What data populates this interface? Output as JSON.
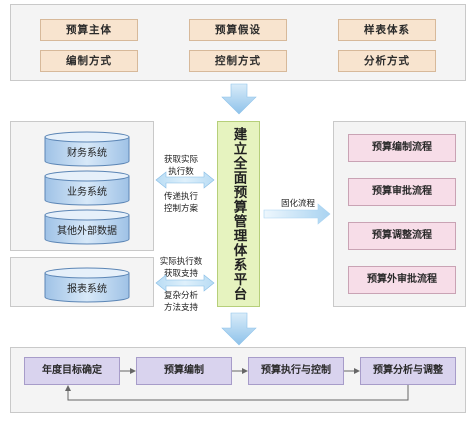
{
  "top": {
    "tags": [
      "预算主体",
      "预算假设",
      "样表体系",
      "编制方式",
      "控制方式",
      "分析方式"
    ]
  },
  "left": {
    "systems": [
      "财务系统",
      "业务系统",
      "其他外部数据"
    ],
    "report_system": "报表系统"
  },
  "notes": {
    "get_actual": "获取实际\n执行数",
    "transfer_plan": "传递执行\n控制方案",
    "actual_support": "实际执行数\n获取支持",
    "complex_analysis": "复杂分析\n方法支持",
    "solidify": "固化流程"
  },
  "platform": {
    "title": "建立全面预算管理体系平台"
  },
  "right": {
    "flows": [
      "预算编制流程",
      "预算审批流程",
      "预算调整流程",
      "预算外审批流程"
    ]
  },
  "bottom": {
    "steps": [
      "年度目标确定",
      "预算编制",
      "预算执行与控制",
      "预算分析与调整"
    ]
  }
}
